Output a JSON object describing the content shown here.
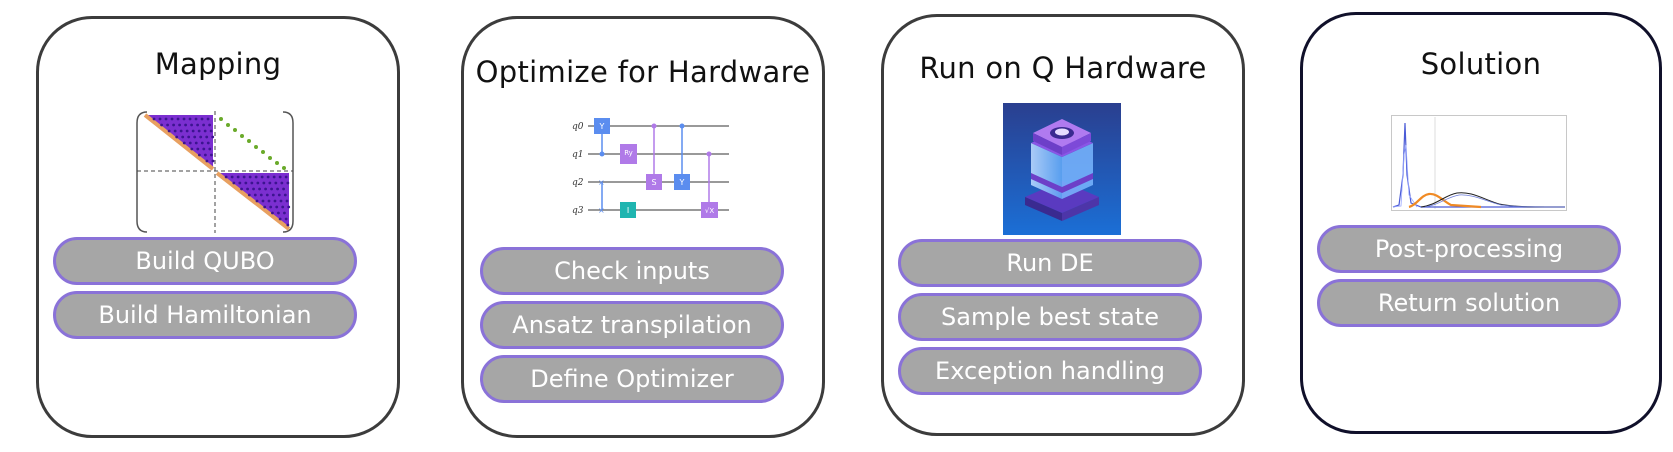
{
  "stages": [
    {
      "title": "Mapping",
      "steps": [
        "Build QUBO",
        "Build Hamiltonian"
      ]
    },
    {
      "title": "Optimize for Hardware",
      "steps": [
        "Check inputs",
        "Ansatz transpilation",
        "Define Optimizer"
      ],
      "circuit": {
        "qubits": [
          "q0",
          "q1",
          "q2",
          "q3"
        ],
        "gates": [
          "Y",
          "Ry",
          "S",
          "Y",
          "I",
          "√X"
        ]
      }
    },
    {
      "title": "Run on Q Hardware",
      "steps": [
        "Run DE",
        "Sample best state",
        "Exception handling"
      ]
    },
    {
      "title": "Solution",
      "steps": [
        "Post-processing",
        "Return solution"
      ]
    }
  ],
  "colors": {
    "card_border": "#3c3c3c",
    "pill_fill": "#a6a6a6",
    "pill_border": "#8a72d8",
    "pill_text": "#ffffff",
    "matrix_purple": "#7b2fd0",
    "matrix_orange": "#e8a060",
    "matrix_green": "#6aaa2a"
  }
}
